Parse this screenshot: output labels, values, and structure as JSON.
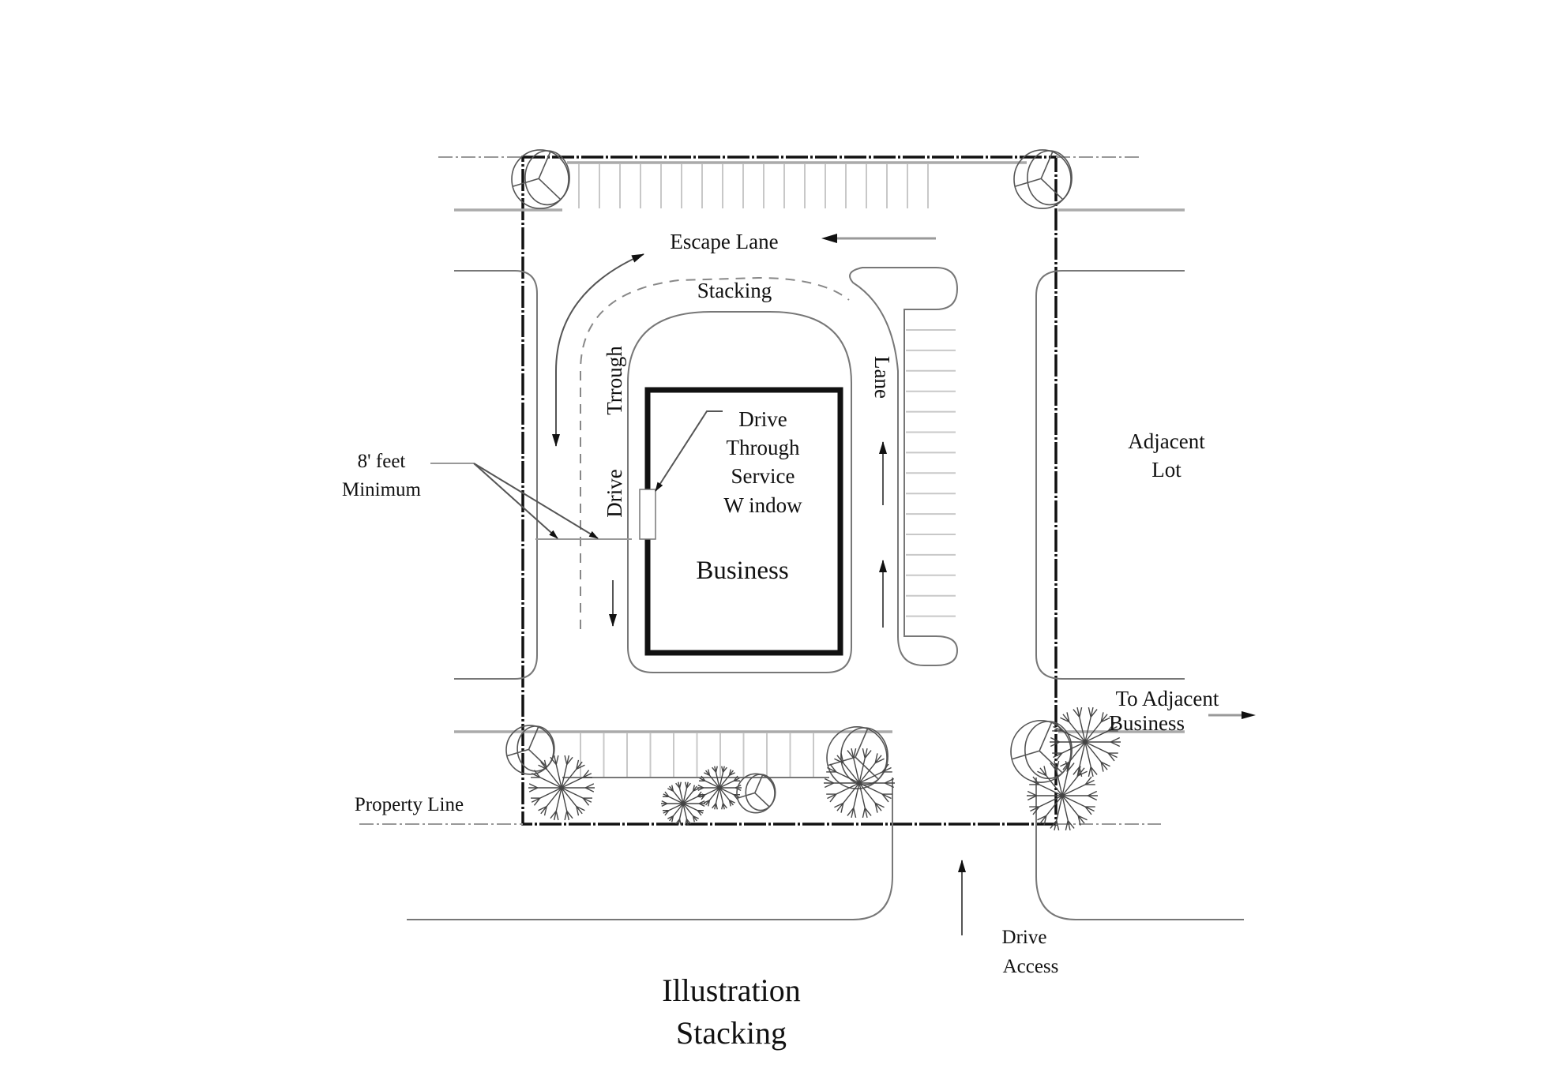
{
  "diagram": {
    "title_line1": "Illustration",
    "title_line2": "Stacking",
    "labels": {
      "escape_lane": "Escape Lane",
      "stacking": "Stacking",
      "trough": "Trrough",
      "drive": "Drive",
      "lane": "Lane",
      "service_window": [
        "Drive",
        "Through",
        "Service",
        "W indow"
      ],
      "business": "Business",
      "min_width": [
        "8' feet",
        "Minimum"
      ],
      "adjacent_lot": [
        "Adjacent",
        "Lot"
      ],
      "to_adjacent_business": [
        "To Adjacent",
        "Business"
      ],
      "property_line": "Property Line",
      "drive_access": [
        "Drive",
        "Access"
      ]
    },
    "icons": {
      "deciduous_tree": "deciduous-tree-icon",
      "shrub": "shrub-icon",
      "arrow": "arrow-icon"
    }
  }
}
